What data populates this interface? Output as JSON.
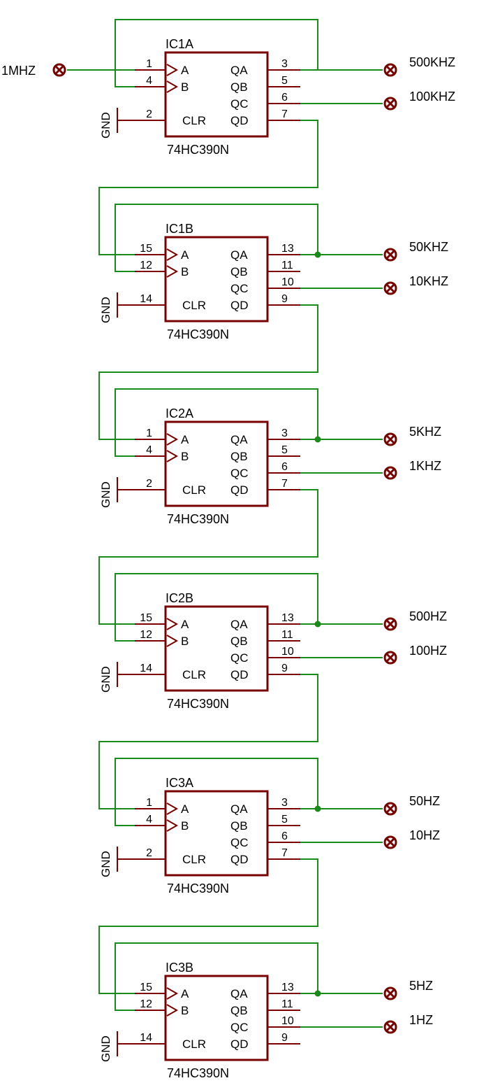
{
  "colors": {
    "wire": "#1a8a1a",
    "component": "#7a0000",
    "junction": "#1a8a1a",
    "text": "#000000"
  },
  "input_label": "1MHZ",
  "chips": [
    {
      "name": "IC1A",
      "part": "74HC390N",
      "gnd": "GND",
      "pins": {
        "a": "1",
        "b": "4",
        "clr": "2",
        "qa": "3",
        "qb": "5",
        "qc": "6",
        "qd": "7"
      },
      "outputs": [
        "500KHZ",
        "100KHZ"
      ]
    },
    {
      "name": "IC1B",
      "part": "74HC390N",
      "gnd": "GND",
      "pins": {
        "a": "15",
        "b": "12",
        "clr": "14",
        "qa": "13",
        "qb": "11",
        "qc": "10",
        "qd": "9"
      },
      "outputs": [
        "50KHZ",
        "10KHZ"
      ]
    },
    {
      "name": "IC2A",
      "part": "74HC390N",
      "gnd": "GND",
      "pins": {
        "a": "1",
        "b": "4",
        "clr": "2",
        "qa": "3",
        "qb": "5",
        "qc": "6",
        "qd": "7"
      },
      "outputs": [
        "5KHZ",
        "1KHZ"
      ]
    },
    {
      "name": "IC2B",
      "part": "74HC390N",
      "gnd": "GND",
      "pins": {
        "a": "15",
        "b": "12",
        "clr": "14",
        "qa": "13",
        "qb": "11",
        "qc": "10",
        "qd": "9"
      },
      "outputs": [
        "500HZ",
        "100HZ"
      ]
    },
    {
      "name": "IC3A",
      "part": "74HC390N",
      "gnd": "GND",
      "pins": {
        "a": "1",
        "b": "4",
        "clr": "2",
        "qa": "3",
        "qb": "5",
        "qc": "6",
        "qd": "7"
      },
      "outputs": [
        "50HZ",
        "10HZ"
      ]
    },
    {
      "name": "IC3B",
      "part": "74HC390N",
      "gnd": "GND",
      "pins": {
        "a": "15",
        "b": "12",
        "clr": "14",
        "qa": "13",
        "qb": "11",
        "qc": "10",
        "qd": "9"
      },
      "outputs": [
        "5HZ",
        "1HZ"
      ]
    }
  ],
  "port_labels": {
    "a": "A",
    "b": "B",
    "clr": "CLR",
    "qa": "QA",
    "qb": "QB",
    "qc": "QC",
    "qd": "QD"
  }
}
